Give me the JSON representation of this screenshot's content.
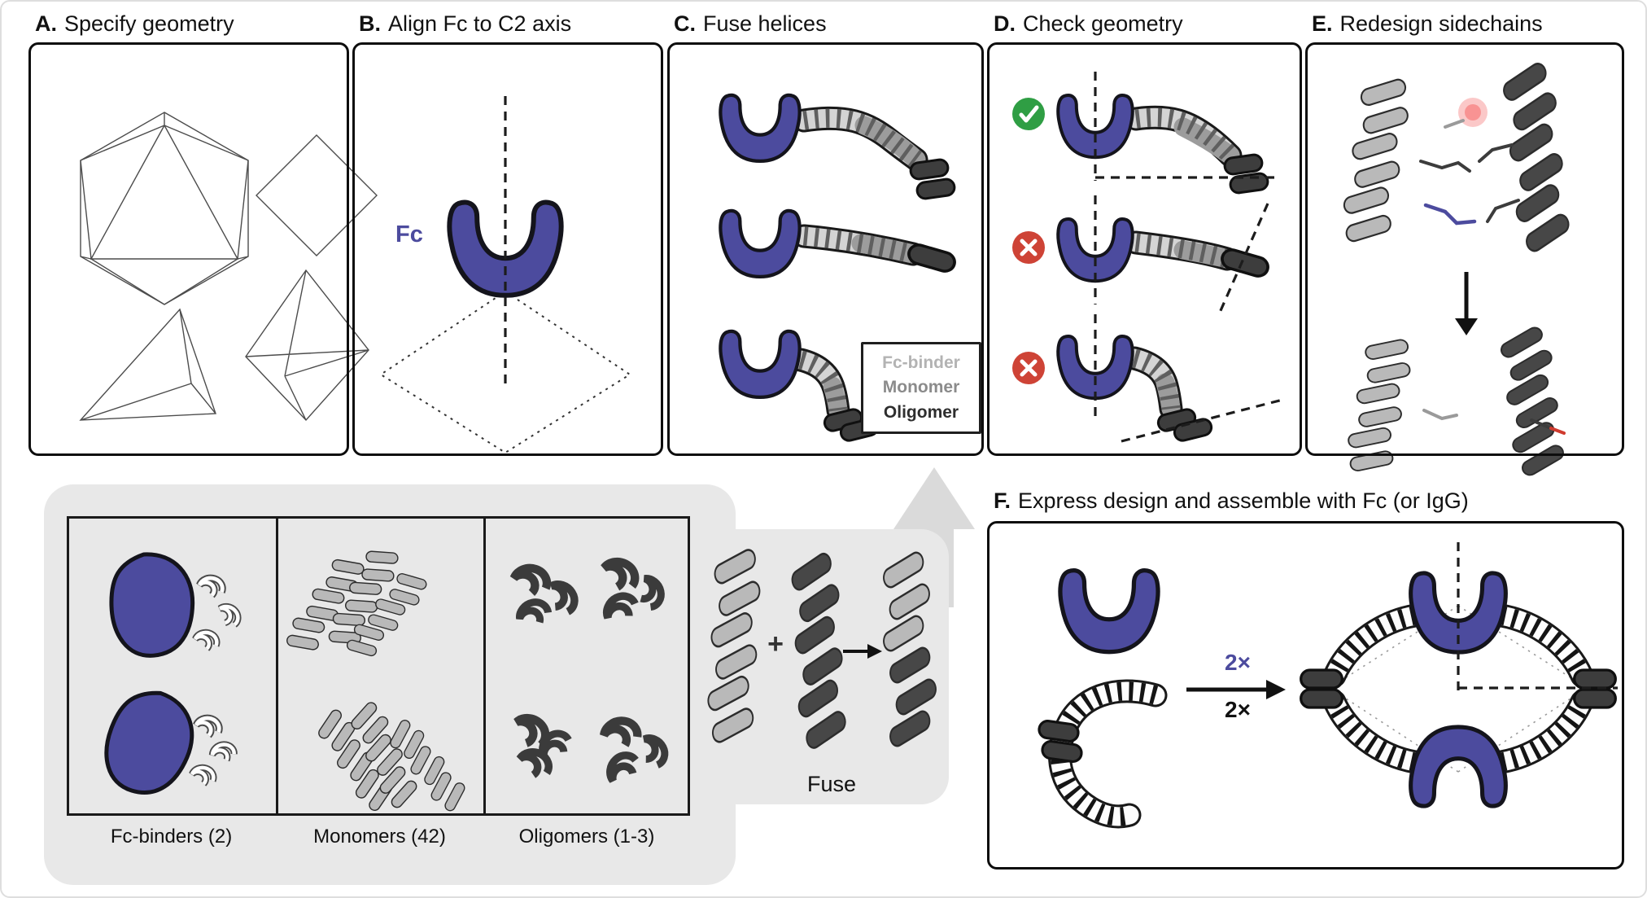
{
  "figure": {
    "panels": {
      "a": {
        "letter": "A.",
        "title": "Specify geometry"
      },
      "b": {
        "letter": "B.",
        "title": "Align Fc to C2 axis",
        "fc_label": "Fc"
      },
      "c": {
        "letter": "C.",
        "title": "Fuse helices",
        "legend": {
          "items": [
            {
              "label": "Fc-binder",
              "color": "#b3b3b3"
            },
            {
              "label": "Monomer",
              "color": "#8b8b8b"
            },
            {
              "label": "Oligomer",
              "color": "#2e2e2e"
            }
          ]
        }
      },
      "d": {
        "letter": "D.",
        "title": "Check geometry",
        "icons": {
          "pass": "check-circle",
          "fail": "cross-circle"
        }
      },
      "e": {
        "letter": "E.",
        "title": "Redesign sidechains"
      },
      "f": {
        "letter": "F.",
        "title": "Express design and assemble with Fc (or IgG)",
        "fc_multiplier": "2×",
        "design_multiplier": "2×"
      }
    },
    "library": {
      "columns": [
        {
          "label": "Fc-binders (2)"
        },
        {
          "label": "Monomers (42)"
        },
        {
          "label": "Oligomers (1-3)"
        }
      ],
      "plus": "+",
      "fuse_label": "Fuse"
    },
    "colors": {
      "fc_blue": "#4c4b9e",
      "fc_binder_gray": "#b3b3b3",
      "monomer_gray": "#8b8b8b",
      "oligomer_dark": "#2e2e2e",
      "pass_green": "#2f9e44",
      "fail_red": "#ce4336",
      "panel_background": "#e8e8e8"
    }
  }
}
